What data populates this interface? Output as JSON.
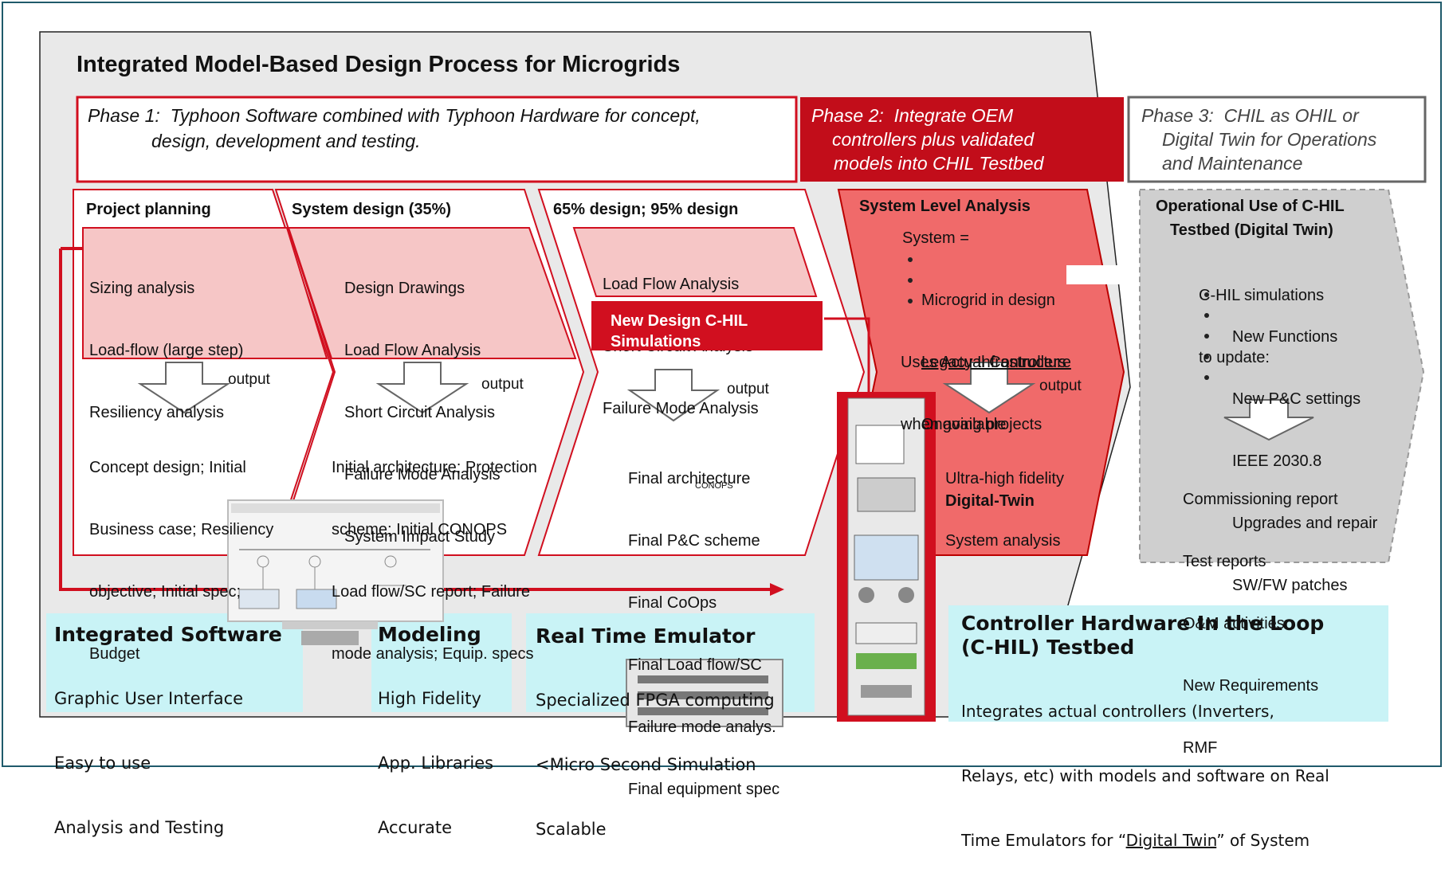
{
  "title": "Integrated Model-Based Design Process for Microgrids",
  "phases": {
    "phase1": [
      "Phase 1:  Typhoon Software combined with Typhoon Hardware for concept,",
      "design, development and testing."
    ],
    "phase2": [
      "Phase 2:  Integrate OEM",
      "controllers plus validated",
      "models into CHIL Testbed"
    ],
    "phase3": [
      "Phase 3:  CHIL as OHIL or",
      "Digital Twin for Operations",
      "and Maintenance"
    ]
  },
  "columns": {
    "planning": {
      "header": "Project planning",
      "items": [
        "Sizing analysis",
        "Load-flow (large step)",
        "Resiliency analysis"
      ],
      "output_label": "output",
      "outputs": [
        "Concept design; Initial",
        "Business case; Resiliency",
        "objective; Initial spec;",
        "Budget"
      ]
    },
    "system_design": {
      "header": "System design (35%)",
      "items": [
        "Design Drawings",
        "Load Flow Analysis",
        "Short Circuit Analysis",
        "Failure Mode Analysis",
        "System Impact Study"
      ],
      "output_label": "output",
      "outputs": [
        "Initial architecture; Protection",
        "scheme; Initial CONOPS",
        "Load flow/SC report; Failure",
        "mode analysis; Equip. specs"
      ]
    },
    "final_design": {
      "header": "65% design; 95% design",
      "items": [
        "Load Flow Analysis",
        "Short Circuit Analysis",
        "Failure Mode Analysis"
      ],
      "chil_box": [
        "New Design C-HIL",
        "Simulations"
      ],
      "output_label": "output",
      "outputs": [
        "Final architecture",
        "Final P&C scheme",
        "Final CoOps",
        "Final Load flow/SC",
        "Failure mode analys.",
        "Final equipment spec"
      ],
      "conops_small": "CONOPS"
    },
    "system_level": {
      "header": "System Level Analysis",
      "system_label": "System =",
      "bullets": [
        "Microgrid in design",
        "Legacy Infrastructure",
        "Ongoing projects"
      ],
      "extra": [
        "Uses Actual Controllers",
        "when available"
      ],
      "output_label": "output",
      "outputs": [
        "Ultra-high fidelity",
        "System analysis"
      ],
      "digital_twin": "Digital-Twin"
    },
    "operational": {
      "header": [
        "Operational Use of C-HIL",
        "Testbed (Digital Twin)"
      ],
      "intro": [
        "C-HIL simulations",
        "to update:"
      ],
      "bullets": [
        "New Functions",
        "New P&C settings",
        "IEEE 2030.8",
        "Upgrades and repair",
        "SW/FW patches"
      ],
      "outputs": [
        "Commissioning report",
        "Test reports",
        "O&M activities",
        "New Requirements",
        "RMF"
      ]
    }
  },
  "bottom": {
    "software": {
      "title": "Integrated Software",
      "lines": [
        "Graphic User Interface",
        "Easy to use",
        "Analysis and Testing"
      ]
    },
    "modeling": {
      "title": "Modeling",
      "lines": [
        "High Fidelity",
        "App. Libraries",
        "Accurate"
      ]
    },
    "emulator": {
      "title": "Real Time Emulator",
      "lines": [
        "Specialized FPGA computing",
        "<Micro Second Simulation",
        "Scalable"
      ]
    },
    "chil": {
      "title": [
        "Controller Hardware In the Loop",
        "(C-HIL) Testbed"
      ],
      "lines": [
        "Integrates actual controllers (Inverters,",
        "Relays, etc) with models and software on Real"
      ],
      "last_pre": "Time Emulators for “",
      "last_link": "Digital Twin",
      "last_post": "” of System"
    }
  },
  "colors": {
    "red": "#d10f1f",
    "pink": "#f6c6c6",
    "pink_strong": "#f06a6a",
    "cyan": "#c9f3f6",
    "gray": "#e9e9e9",
    "dark_gray": "#cfcfcf"
  }
}
